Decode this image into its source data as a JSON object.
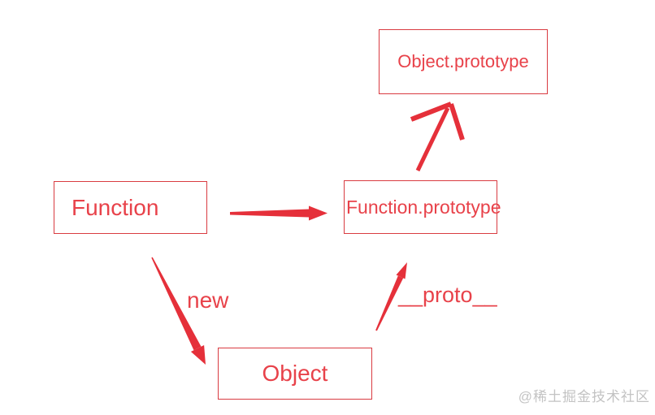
{
  "diagram": {
    "title_hint": "JavaScript prototype chain diagram",
    "nodes": {
      "function": {
        "label": "Function"
      },
      "function_prototype": {
        "label": "Function.prototype"
      },
      "object_prototype": {
        "label": "Object.prototype"
      },
      "object": {
        "label": "Object"
      }
    },
    "edges": {
      "function_to_function_prototype": {
        "label": ""
      },
      "function_to_object": {
        "label": "new"
      },
      "object_to_function_prototype": {
        "label": "__proto__"
      },
      "function_prototype_to_object_prototype": {
        "label": ""
      }
    },
    "watermark": "@稀土掘金技术社区"
  },
  "colors": {
    "arrow": "#e5303a",
    "box_border": "#d93b41",
    "text_red": "#e8424a",
    "watermark_gray": "#c3c3c3",
    "background": "#ffffff"
  }
}
